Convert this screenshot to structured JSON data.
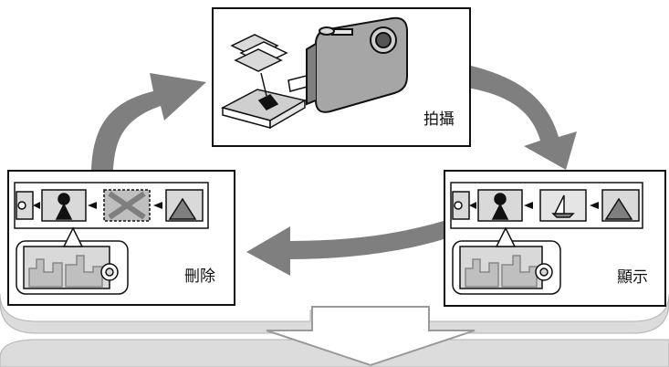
{
  "panels": {
    "shoot": {
      "label": "拍攝"
    },
    "delete": {
      "label": "刪除"
    },
    "display": {
      "label": "顯示"
    }
  },
  "colors": {
    "arrow": "#7f7f7f",
    "band": "#dcdcdc",
    "band_stroke": "#b3b3b3",
    "line": "#111111",
    "gray_light": "#d9d9d9",
    "gray_mid": "#a6a6a6"
  }
}
